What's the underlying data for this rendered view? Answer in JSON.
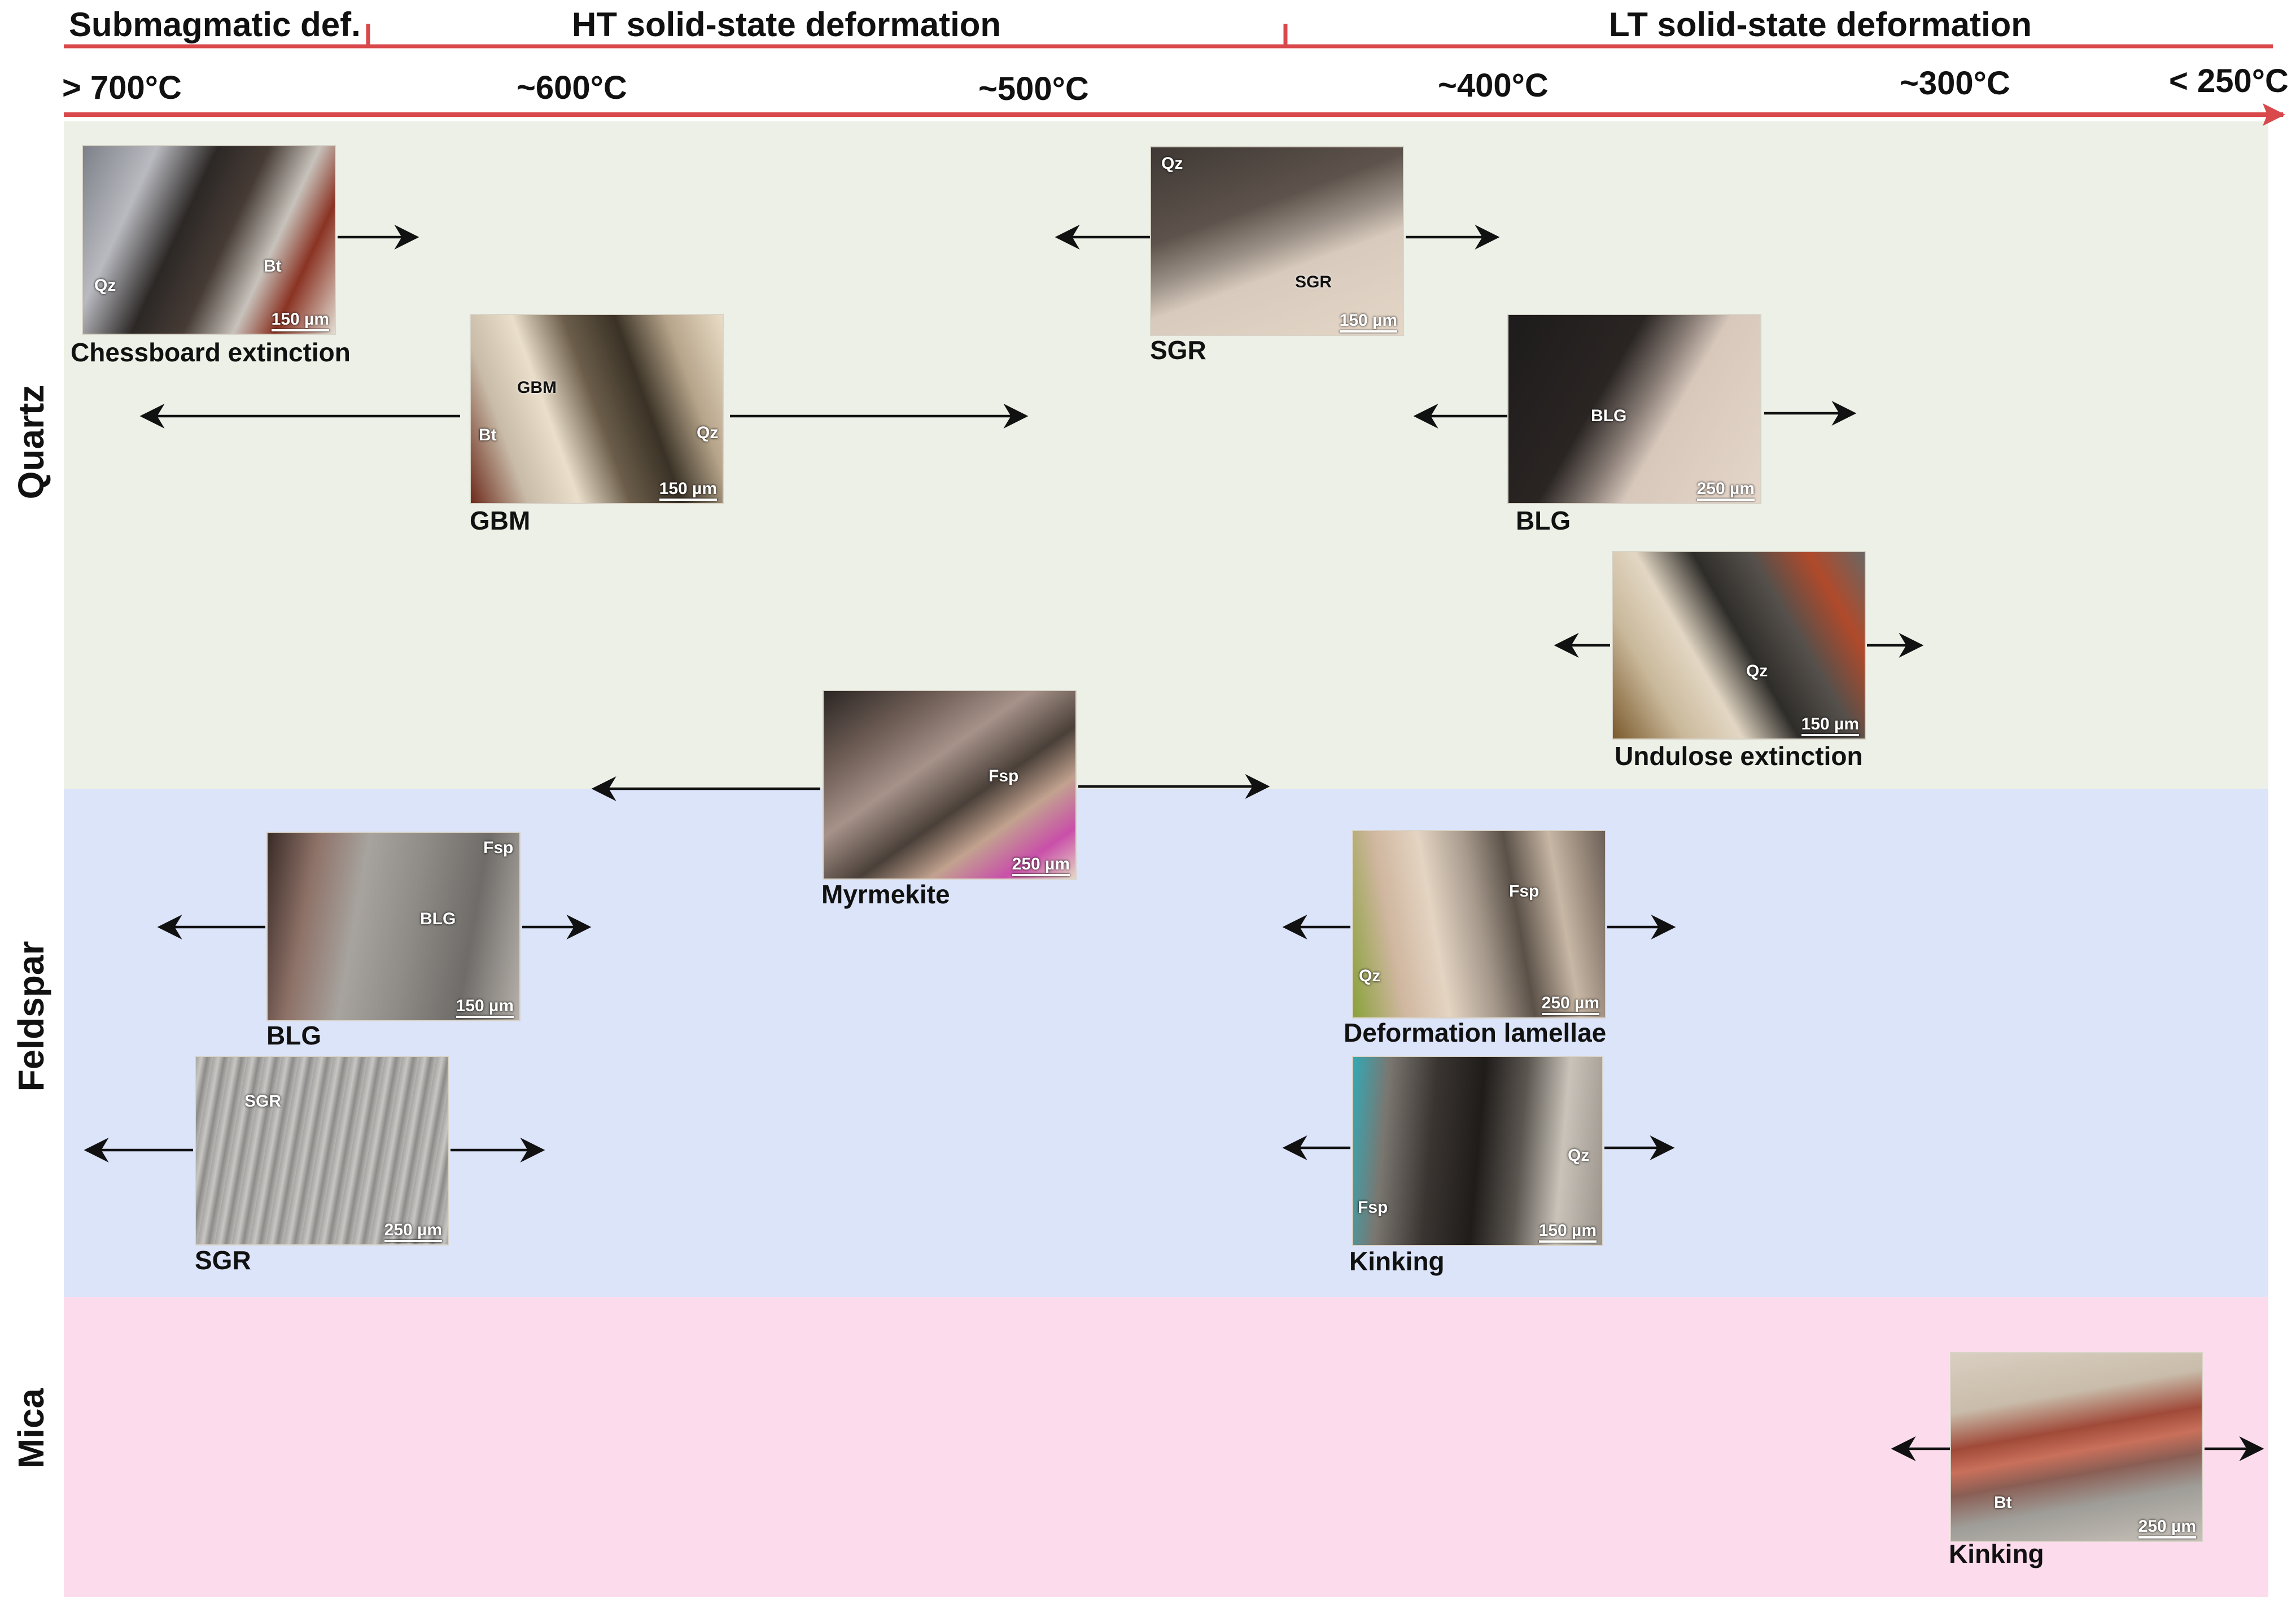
{
  "regimes": {
    "submagmatic": "Submagmatic def.",
    "ht": "HT solid-state deformation",
    "lt": "LT solid-state deformation"
  },
  "temperatures": [
    "> 700°C",
    "~600°C",
    "~500°C",
    "~400°C",
    "~300°C",
    "< 250°C"
  ],
  "bands": {
    "quartz": "Quartz",
    "feldspar": "Feldspar",
    "mica": "Mica"
  },
  "colors": {
    "axis_red": "#d9494c",
    "quartz_bg": "#ecf0e6",
    "feldspar_bg": "#dce4fa",
    "mica_bg": "#fcdcec",
    "arrow": "#111111"
  },
  "mechanisms": {
    "qz_chessboard": {
      "caption": "Chessboard extinction",
      "labels": [
        "Qz",
        "Bt"
      ],
      "scale": "150 µm"
    },
    "qz_gbm": {
      "caption": "GBM",
      "labels": [
        "GBM",
        "Bt",
        "Qz"
      ],
      "scale": "150 µm"
    },
    "qz_sgr": {
      "caption": "SGR",
      "labels": [
        "Qz",
        "SGR"
      ],
      "scale": "150 µm"
    },
    "qz_blg": {
      "caption": "BLG",
      "labels": [
        "BLG"
      ],
      "scale": "250 µm"
    },
    "qz_undulose": {
      "caption": "Undulose extinction",
      "labels": [
        "Qz"
      ],
      "scale": "150 µm"
    },
    "fsp_myrmekite": {
      "caption": "Myrmekite",
      "labels": [
        "Fsp"
      ],
      "scale": "250 µm"
    },
    "fsp_blg": {
      "caption": "BLG",
      "labels": [
        "Fsp",
        "BLG"
      ],
      "scale": "150 µm"
    },
    "fsp_sgr": {
      "caption": "SGR",
      "labels": [
        "SGR"
      ],
      "scale": "250 µm"
    },
    "fsp_lamellae": {
      "caption": "Deformation lamellae",
      "labels": [
        "Fsp",
        "Qz"
      ],
      "scale": "250 µm"
    },
    "fsp_kinking": {
      "caption": "Kinking",
      "labels": [
        "Qz",
        "Fsp"
      ],
      "scale": "150 µm"
    },
    "mica_kinking": {
      "caption": "Kinking",
      "labels": [
        "Bt"
      ],
      "scale": "250 µm"
    }
  }
}
